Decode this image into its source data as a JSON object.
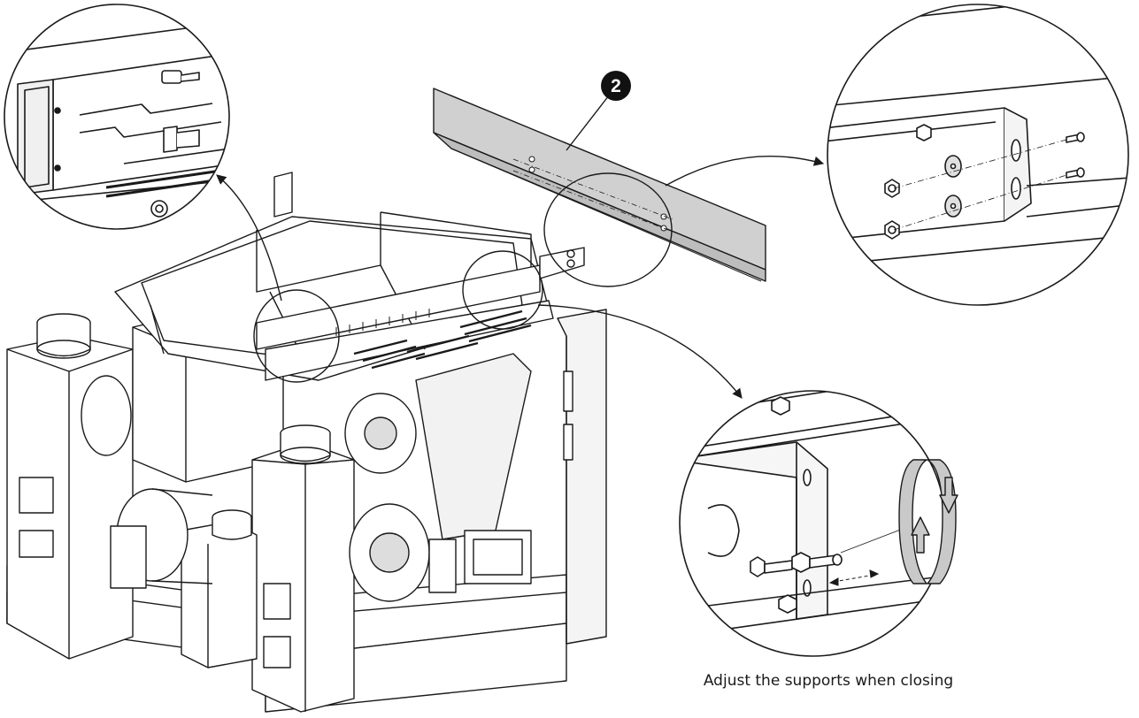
{
  "diagram": {
    "callout_number": "2",
    "caption": "Adjust the supports when closing",
    "colors": {
      "line": "#1a1a1a",
      "panel_fill": "#d0d0d0",
      "part_fill": "#ffffff",
      "callout_fill": "#111111",
      "callout_text": "#ffffff"
    },
    "detail_views": [
      {
        "name": "detail-top-left"
      },
      {
        "name": "detail-top-right"
      },
      {
        "name": "detail-bottom-right"
      }
    ]
  }
}
